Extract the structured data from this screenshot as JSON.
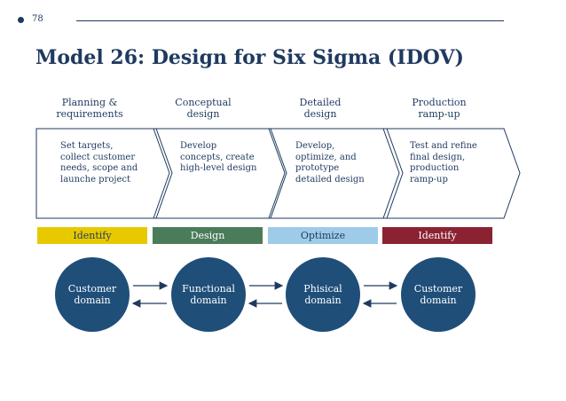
{
  "page_number": "78",
  "title": "Model 26: Design for Six Sigma (IDOV)",
  "phases": [
    {
      "heading": "Planning &\nrequirements",
      "description": "Set targets,\ncollect customer\nneeds, scope and\nlaunche project"
    },
    {
      "heading": "Conceptual\ndesign",
      "description": "Develop\nconcepts, create\nhigh-level design"
    },
    {
      "heading": "Detailed\ndesign",
      "description": "Develop,\noptimize, and\nprototype\ndetailed design"
    },
    {
      "heading": "Production\nramp-up",
      "description": "Test and refine\nfinal design,\nproduction\nramp-up"
    }
  ],
  "stages": [
    {
      "label": "Identify",
      "color": "#e8c900",
      "text_color": "#1f3a5f"
    },
    {
      "label": "Design",
      "color": "#4a7c59",
      "text_color": "#ffffff"
    },
    {
      "label": "Optimize",
      "color": "#9ecbe8",
      "text_color": "#1f3a5f"
    },
    {
      "label": "Identify",
      "color": "#8b2232",
      "text_color": "#ffffff"
    }
  ],
  "domains": [
    {
      "label": "Customer\ndomain"
    },
    {
      "label": "Functional\ndomain"
    },
    {
      "label": "Phisical\ndomain"
    },
    {
      "label": "Customer\ndomain"
    }
  ],
  "colors": {
    "primary": "#1f3a5f",
    "domain_fill": "#1f4e79"
  }
}
